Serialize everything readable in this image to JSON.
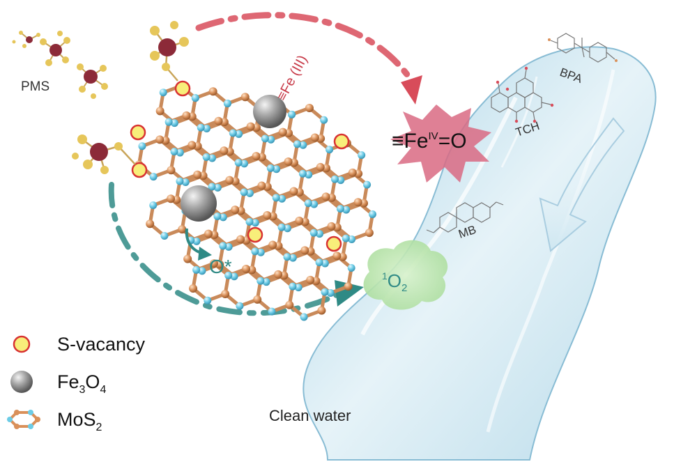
{
  "labels": {
    "pms": "PMS",
    "fe3": "≡Fe (III)",
    "feiv_prefix": "≡Fe",
    "feiv_sup": "IV",
    "feiv_suffix": "=O",
    "o_star": "O*",
    "singlet_sup": "1",
    "singlet_base": "O",
    "singlet_sub": "2",
    "bpa": "BPA",
    "tch": "TCH",
    "mb": "MB",
    "clean_water": "Clean water"
  },
  "legend": {
    "s_vacancy": "S-vacancy",
    "fe3o4_base": "Fe",
    "fe3o4_sub1": "3",
    "fe3o4_mid": "O",
    "fe3o4_sub2": "4",
    "mos2_base": "MoS",
    "mos2_sub": "2"
  },
  "colors": {
    "s_atom": "#6ccce6",
    "mo_atom": "#d9905a",
    "vacancy_fill": "#f8ee7a",
    "vacancy_ring": "#d83232",
    "fe_particle": "#9a9a9a",
    "red_arrow": "#d84c5a",
    "teal_arrow": "#2f8a85",
    "starburst": "#d96a82",
    "water": "#cfe6f1",
    "singlet_cloud": "#bfe6b2"
  }
}
